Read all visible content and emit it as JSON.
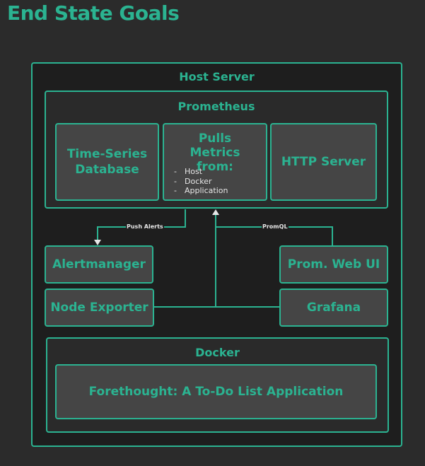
{
  "title": "End State Goals",
  "host": {
    "label": "Host Server"
  },
  "prometheus": {
    "label": "Prometheus",
    "tsdb": "Time-Series Database",
    "pulls": {
      "label": "Pulls Metrics from:",
      "items": [
        "Host",
        "Docker",
        "Application"
      ]
    },
    "http": "HTTP Server"
  },
  "alertmanager": "Alertmanager",
  "prom_web_ui": "Prom. Web UI",
  "node_exporter": "Node Exporter",
  "grafana": "Grafana",
  "docker": {
    "label": "Docker",
    "app": "Forethought: A To-Do List Application"
  },
  "edges": {
    "push_alerts": "Push Alerts",
    "promql": "PromQL"
  },
  "colors": {
    "accent": "#2bb391",
    "background": "#2b2b2b",
    "panel": "#1e1e1e",
    "box": "#454545"
  }
}
